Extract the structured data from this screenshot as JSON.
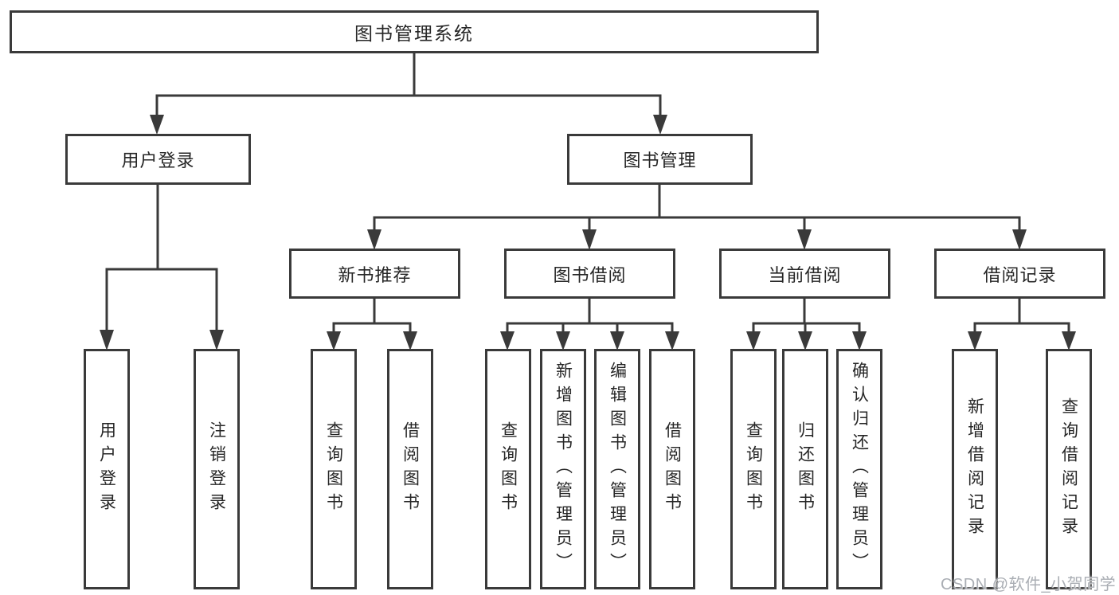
{
  "diagram": {
    "title": "图书管理系统",
    "branches": [
      {
        "label": "用户登录",
        "children": [
          {
            "label": "用户登录"
          },
          {
            "label": "注销登录"
          }
        ]
      },
      {
        "label": "图书管理",
        "children": [
          {
            "label": "新书推荐",
            "children": [
              {
                "label": "查询图书"
              },
              {
                "label": "借阅图书"
              }
            ]
          },
          {
            "label": "图书借阅",
            "children": [
              {
                "label": "查询图书"
              },
              {
                "label": "新增图书（管理员）"
              },
              {
                "label": "编辑图书（管理员）"
              },
              {
                "label": "借阅图书"
              }
            ]
          },
          {
            "label": "当前借阅",
            "children": [
              {
                "label": "查询图书"
              },
              {
                "label": "归还图书"
              },
              {
                "label": "确认归还（管理员）"
              }
            ]
          },
          {
            "label": "借阅记录",
            "children": [
              {
                "label": "新增借阅记录"
              },
              {
                "label": "查询借阅记录"
              }
            ]
          }
        ]
      }
    ]
  },
  "watermark": {
    "text": "CSDN @软件_小贺同学"
  },
  "colors": {
    "line": "#3a3a3a",
    "text": "#262626",
    "background": "#ffffff",
    "watermark": "#aaaeb4"
  }
}
